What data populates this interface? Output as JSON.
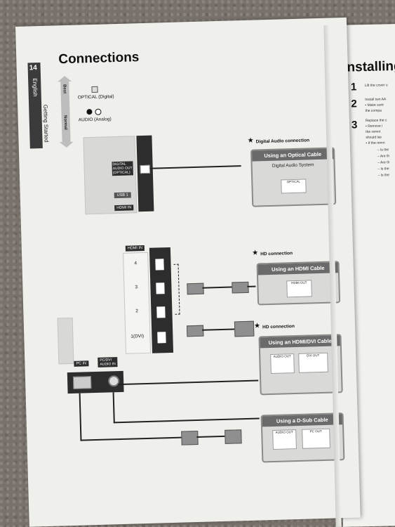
{
  "left_page": {
    "page_number": "14",
    "language_tab": "English",
    "section_tab": "Getting Started",
    "title": "Connections",
    "mode_best": "Best",
    "mode_normal": "Normal",
    "optical_label": "OPTICAL (Digital)",
    "audio_label": "AUDIO (Analog)",
    "tv_ports_top": {
      "digital_audio_out": "DIGITAL\nAUDIO OUT\n(OPTICAL)",
      "usb": "USB 1",
      "hdmi_in": "HDMI IN"
    },
    "hdmi_panel": {
      "header": "HDMI IN",
      "ports": [
        "4",
        "3",
        "2",
        "1(DVI)"
      ]
    },
    "bottom_ports": {
      "pc_in": "PC IN",
      "pc_dvi_audio_in": "PC/DVI\nAUDIO IN"
    },
    "connections": [
      {
        "heading": "Digital Audio connection",
        "card_title": "Using an Optical Cable",
        "device": "Digital Audio System",
        "port": "OPTICAL"
      },
      {
        "heading": "HD connection",
        "card_title": "Using an HDMI Cable",
        "port": "HDMI OUT"
      },
      {
        "heading": "HD connection",
        "card_title": "Using an HDMI/DVI Cable",
        "ports": [
          "AUDIO OUT",
          "DVI OUT"
        ]
      },
      {
        "card_title": "Using a D-Sub Cable",
        "ports": [
          "AUDIO OUT",
          "PC OUT"
        ]
      }
    ]
  },
  "right_page": {
    "title": "Installing",
    "steps": [
      {
        "num": "1",
        "lines": [
          "Lift the cover u"
        ]
      },
      {
        "num": "2",
        "lines": [
          "Install two AA",
          "▪  Make sure",
          "    the compa"
        ]
      },
      {
        "num": "3",
        "lines": [
          "Replace the c",
          "▪  Remove i",
          "    the remot",
          "    should las",
          "▪  If the remo"
        ]
      }
    ],
    "dashes": [
      "–  Is the",
      "–  Are th",
      "–  Are th",
      "–  Is the",
      "–  Is the"
    ]
  },
  "colors": {
    "page": "#efefec",
    "card_head": "#6a6a6a",
    "card_bg": "#d9d9d7",
    "tab": "#3b3b3b"
  }
}
